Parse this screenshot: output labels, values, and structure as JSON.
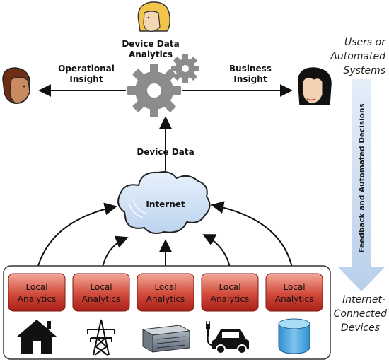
{
  "center": {
    "analytics_label_line1": "Device Data",
    "analytics_label_line2": "Analytics",
    "operational_line1": "Operational",
    "operational_line2": "Insight",
    "business_line1": "Business",
    "business_line2": "Insight",
    "device_data": "Device Data",
    "internet": "Internet"
  },
  "right_labels": {
    "users_line1": "Users or",
    "users_line2": "Automated",
    "users_line3": "Systems",
    "feedback": "Feedback and Automated Decisions",
    "devices_line1": "Internet-",
    "devices_line2": "Connected",
    "devices_line3": "Devices"
  },
  "local_analytics": [
    {
      "line1": "Local",
      "line2": "Analytics"
    },
    {
      "line1": "Local",
      "line2": "Analytics"
    },
    {
      "line1": "Local",
      "line2": "Analytics"
    },
    {
      "line1": "Local",
      "line2": "Analytics"
    },
    {
      "line1": "Local",
      "line2": "Analytics"
    }
  ],
  "devices": [
    {
      "icon": "house-icon"
    },
    {
      "icon": "power-tower-icon"
    },
    {
      "icon": "server-icon"
    },
    {
      "icon": "electric-car-icon"
    },
    {
      "icon": "database-icon"
    }
  ],
  "colors": {
    "red_box_top": "#f0a090",
    "red_box_bottom": "#b8241c",
    "cloud_fill": "#cfe0f5",
    "gear_fill": "#8c8c8c",
    "feedback_arrow": "#c8d9ee"
  }
}
